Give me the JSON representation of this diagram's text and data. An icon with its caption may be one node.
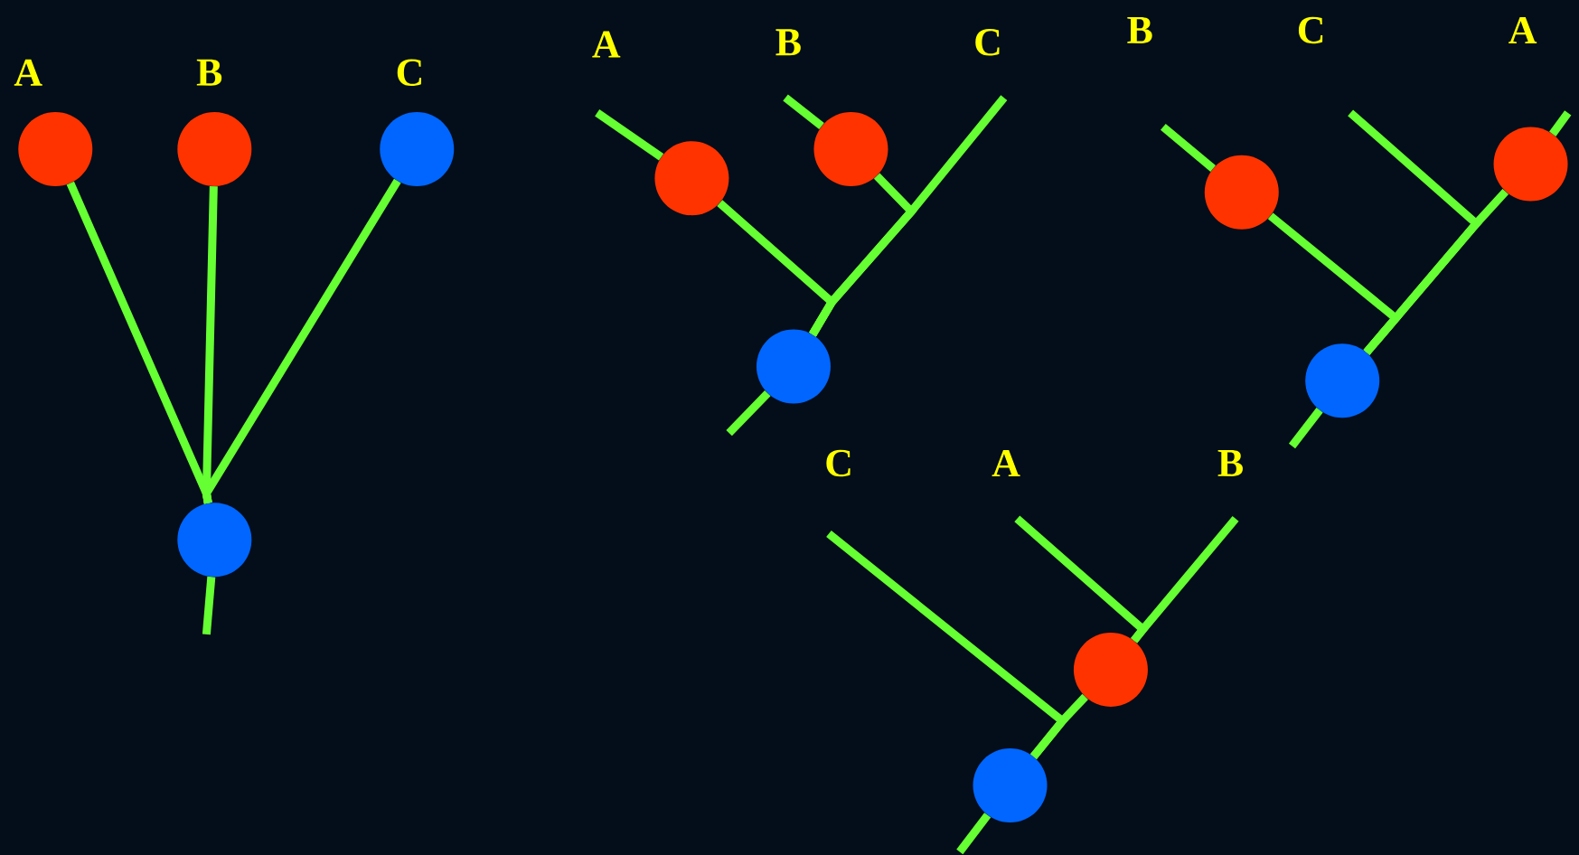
{
  "diagram": {
    "nodes": [
      {
        "text": [],
        "shape": "circle"
      },
      {
        "text": [],
        "shape": "circle"
      },
      {
        "text": [],
        "shape": "circle"
      },
      {
        "text": [],
        "shape": "circle"
      },
      {
        "text": [],
        "shape": "circle"
      },
      {
        "text": [],
        "shape": "circle"
      },
      {
        "text": [],
        "shape": "circle"
      },
      {
        "text": [],
        "shape": "circle"
      },
      {
        "text": [],
        "shape": "circle"
      },
      {
        "text": [],
        "shape": "circle"
      },
      {
        "text": [],
        "shape": "circle"
      },
      {
        "text": [],
        "shape": "circle"
      }
    ],
    "edges": [
      {
        "from": 0,
        "to": 3,
        "arrow": "none"
      },
      {
        "from": 1,
        "to": 3,
        "arrow": "none"
      },
      {
        "from": 2,
        "to": 3,
        "arrow": "none"
      },
      {
        "from": 3,
        "to": null,
        "arrow": "none"
      },
      {
        "from": null,
        "to": 4,
        "arrow": "none"
      },
      {
        "from": null,
        "to": 5,
        "arrow": "none"
      },
      {
        "from": 4,
        "to": 6,
        "arrow": "none"
      },
      {
        "from": 5,
        "to": 6,
        "arrow": "none"
      },
      {
        "from": null,
        "to": 6,
        "arrow": "none"
      },
      {
        "from": 6,
        "to": null,
        "arrow": "none"
      },
      {
        "from": null,
        "to": 7,
        "arrow": "none"
      },
      {
        "from": null,
        "to": 8,
        "arrow": "none"
      },
      {
        "from": 7,
        "to": 9,
        "arrow": "none"
      },
      {
        "from": 8,
        "to": 9,
        "arrow": "none"
      },
      {
        "from": null,
        "to": 9,
        "arrow": "none"
      },
      {
        "from": 9,
        "to": null,
        "arrow": "none"
      },
      {
        "from": null,
        "to": 10,
        "arrow": "none"
      },
      {
        "from": null,
        "to": 10,
        "arrow": "none"
      },
      {
        "from": null,
        "to": 11,
        "arrow": "none"
      },
      {
        "from": 10,
        "to": 11,
        "arrow": "none"
      },
      {
        "from": 11,
        "to": null,
        "arrow": "none"
      }
    ],
    "labels": [
      "A",
      "B",
      "C",
      "A",
      "B",
      "C",
      "B",
      "C",
      "A",
      "C",
      "A",
      "B"
    ]
  }
}
